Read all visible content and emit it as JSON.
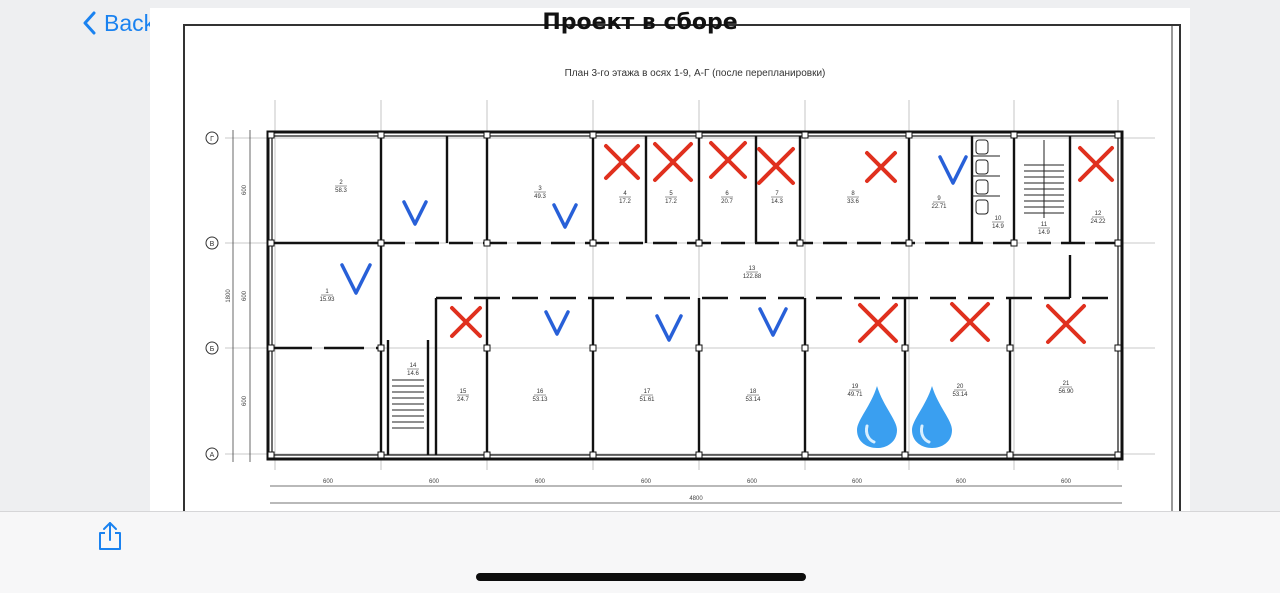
{
  "nav": {
    "back_label": "Back",
    "title": "Проект в сборе"
  },
  "plan": {
    "caption": "План 3-го этажа в осях 1-9, А-Г (после перепланировки)",
    "axis_rows": [
      "Г",
      "В",
      "Б",
      "А"
    ],
    "row_dims": [
      "600",
      "600",
      "600"
    ],
    "total_height_dim": "1800",
    "col_dims": [
      "600",
      "600",
      "600",
      "600",
      "600",
      "600",
      "600",
      "600"
    ],
    "total_width_dim": "4800",
    "rooms": [
      {
        "num": "2",
        "area": "58.3"
      },
      {
        "num": "3",
        "area": "49.3"
      },
      {
        "num": "4",
        "area": "17.2"
      },
      {
        "num": "5",
        "area": "17.2"
      },
      {
        "num": "6",
        "area": "20.7"
      },
      {
        "num": "7",
        "area": "14.3"
      },
      {
        "num": "8",
        "area": "33.6"
      },
      {
        "num": "9",
        "area": "22.71"
      },
      {
        "num": "10",
        "area": "14.9"
      },
      {
        "num": "11",
        "area": "14.9"
      },
      {
        "num": "12",
        "area": "24.22"
      },
      {
        "num": "13",
        "area": "122.88"
      },
      {
        "num": "1",
        "area": "15.93"
      },
      {
        "num": "14",
        "area": "14.6"
      },
      {
        "num": "15",
        "area": "24.7"
      },
      {
        "num": "16",
        "area": "53.13"
      },
      {
        "num": "17",
        "area": "51.61"
      },
      {
        "num": "18",
        "area": "53.14"
      },
      {
        "num": "19",
        "area": "49.71"
      },
      {
        "num": "20",
        "area": "53.14"
      },
      {
        "num": "21",
        "area": "56.90"
      }
    ],
    "marks": {
      "cross_color": "#e0301e",
      "check_color": "#2860d8",
      "drop_color": "#3a9ff0"
    }
  }
}
